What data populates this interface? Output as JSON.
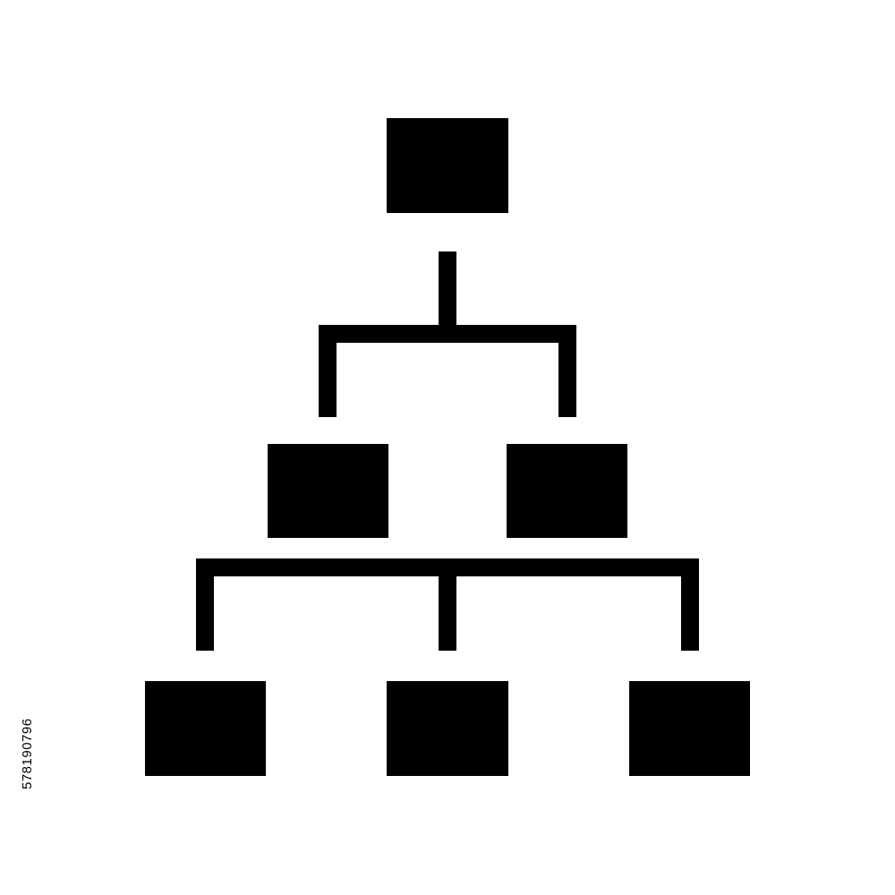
{
  "image_id_text": "578190796",
  "colors": {
    "background": "#ffffff",
    "shape": "#000000"
  },
  "diagram": {
    "type": "hierarchy-icon",
    "icon": "org-chart-icon",
    "levels": [
      {
        "level": 1,
        "nodes": 1
      },
      {
        "level": 2,
        "nodes": 2
      },
      {
        "level": 3,
        "nodes": 3
      }
    ]
  }
}
